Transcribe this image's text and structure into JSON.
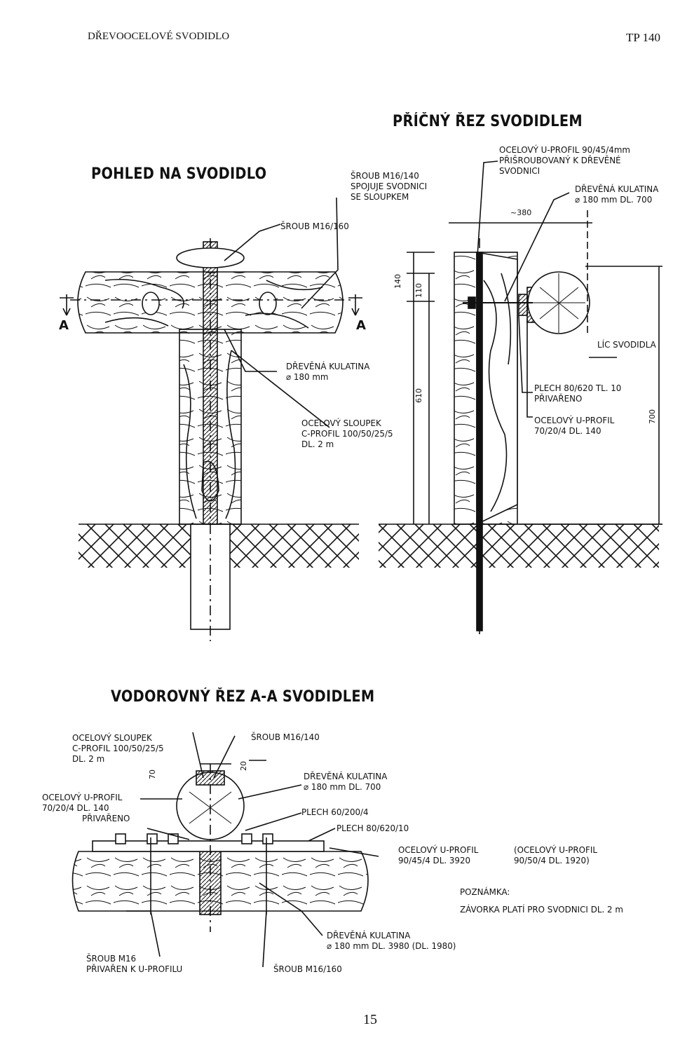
{
  "header": {
    "left": "DŘEVOOCELOVÉ SVODIDLO",
    "right": "TP 140"
  },
  "titles": {
    "front_view": "POHLED NA SVODIDLO",
    "cross_section": "PŘÍČNÝ ŘEZ SVODIDLEM",
    "horizontal_section": "VODOROVNÝ ŘEZ A-A SVODIDLEM"
  },
  "front": {
    "bolt_m16_160": "ŠROUB M16/160",
    "bolt_m16_140": [
      "ŠROUB M16/140",
      "SPOJUJE SVODNICI",
      "SE SLOUPKEM"
    ],
    "log": [
      "DŘEVĚNÁ KULATINA",
      "⌀ 180 mm"
    ],
    "post": [
      "OCELOVÝ SLOUPEK",
      "C-PROFIL 100/50/25/5",
      "DL. 2 m"
    ],
    "section_mark": "A"
  },
  "cross": {
    "u_profile_top": [
      "OCELOVÝ U-PROFIL 90/45/4mm",
      "PŘIŠROUBOVANÝ K DŘEVĚNÉ",
      "SVODNICI"
    ],
    "log": [
      "DŘEVĚNÁ KULATINA",
      "⌀ 180 mm DL. 700"
    ],
    "dim_380": "~380",
    "dim_140": "140",
    "dim_110": "110",
    "dim_610": "610",
    "dim_700": "700",
    "face": "LÍC SVODIDLA",
    "plate": [
      "PLECH 80/620 TL. 10",
      "PŘIVAŘENO"
    ],
    "u_profile_small": [
      "OCELOVÝ U-PROFIL",
      "70/20/4 DL. 140"
    ]
  },
  "horizontal": {
    "post": [
      "OCELOVÝ SLOUPEK",
      "C-PROFIL 100/50/25/5",
      "DL. 2 m"
    ],
    "bolt_top": "ŠROUB M16/140",
    "log_top": [
      "DŘEVĚNÁ KULATINA",
      "⌀ 180 mm DL. 700"
    ],
    "u_profile_left": [
      "OCELOVÝ U-PROFIL",
      "70/20/4 DL. 140",
      "PŘIVAŘENO"
    ],
    "plate_60": "PLECH 60/200/4",
    "plate_80": "PLECH 80/620/10",
    "dim_70": "70",
    "dim_20": "20",
    "u_profile_right_a": [
      "OCELOVÝ U-PROFIL",
      "90/45/4 DL. 3920"
    ],
    "u_profile_right_b": [
      "(OCELOVÝ U-PROFIL",
      "90/50/4 DL. 1920)"
    ],
    "note_title": "POZNÁMKA:",
    "note_text": "ZÁVORKA PLATÍ PRO SVODNICI DL. 2 m",
    "log_bottom": [
      "DŘEVĚNÁ KULATINA",
      "⌀ 180 mm DL. 3980 (DL. 1980)"
    ],
    "bolt_m16": [
      "ŠROUB M16",
      "PŘIVAŘEN K U-PROFILU"
    ],
    "bolt_m16_160": "ŠROUB M16/160"
  },
  "page_number": "15"
}
